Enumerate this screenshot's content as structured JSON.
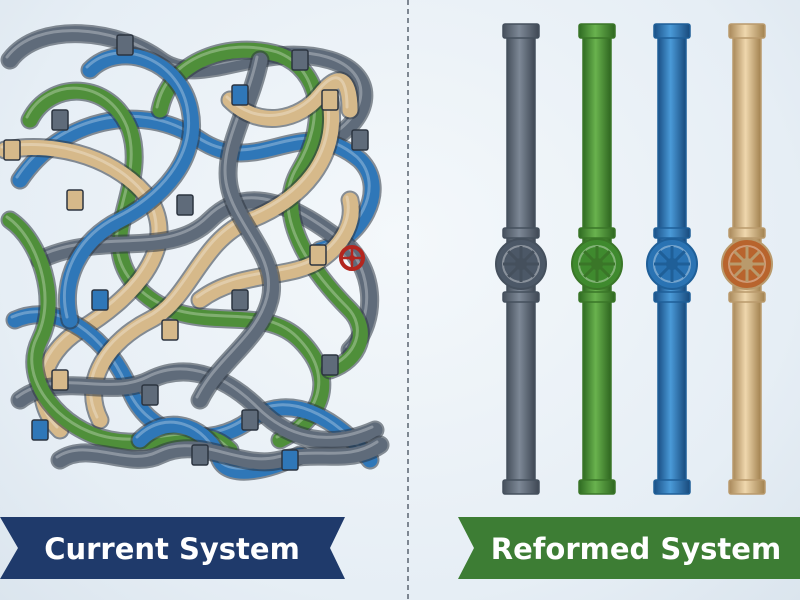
{
  "left_panel": {
    "label": "Current System",
    "banner_color": "#1f3a6b"
  },
  "right_panel": {
    "label": "Reformed System",
    "banner_color": "#3d7d34"
  },
  "divider": {
    "style": "dashed",
    "color": "#5a6470"
  },
  "pipe_colors": {
    "gray": "#5f6b7a",
    "green": "#4f8f3a",
    "blue": "#2f77b8",
    "tan": "#d6b98a"
  },
  "reformed_pipes": [
    {
      "name": "gray-pipe",
      "color": "#5f6b7a",
      "dark": "#45505d",
      "valve": "#4c5867"
    },
    {
      "name": "green-pipe",
      "color": "#4f9a3a",
      "dark": "#3a7628",
      "valve": "#3f8a2e"
    },
    {
      "name": "blue-pipe",
      "color": "#2f7fc2",
      "dark": "#1f5f98",
      "valve": "#2a73b3"
    },
    {
      "name": "tan-pipe",
      "color": "#d8ba8b",
      "dark": "#b99a6c",
      "valve": "#b8642d"
    }
  ]
}
